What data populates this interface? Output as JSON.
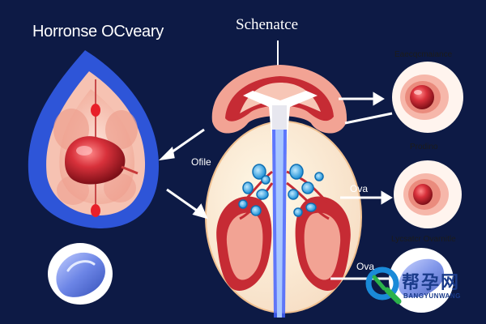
{
  "labels": {
    "title_left": "Horronse OCveary",
    "title_center": "Schenatce",
    "top_right": "Eaecqcmaiance",
    "mid_right": "Prodino",
    "low_right": "Lycsatcr Ovarnitle",
    "left_center": "Ofile",
    "ova_1": "Ova",
    "ova_2": "Ova"
  },
  "watermark": {
    "cn": "帮孕网",
    "en": "BANGYUNWANG"
  },
  "colors": {
    "background": "#0d1a45",
    "organ_blue": "#2e55d8",
    "tissue_pink": "#f4b3a4",
    "tissue_red": "#b8232f",
    "follicle_blue": "#2aa7e8",
    "circle_bg": "#fff4ee",
    "watermark": "#1a3b8a"
  },
  "icons": {
    "arrow": "arrow-icon",
    "watermark_logo": "magnifier-q-icon"
  }
}
